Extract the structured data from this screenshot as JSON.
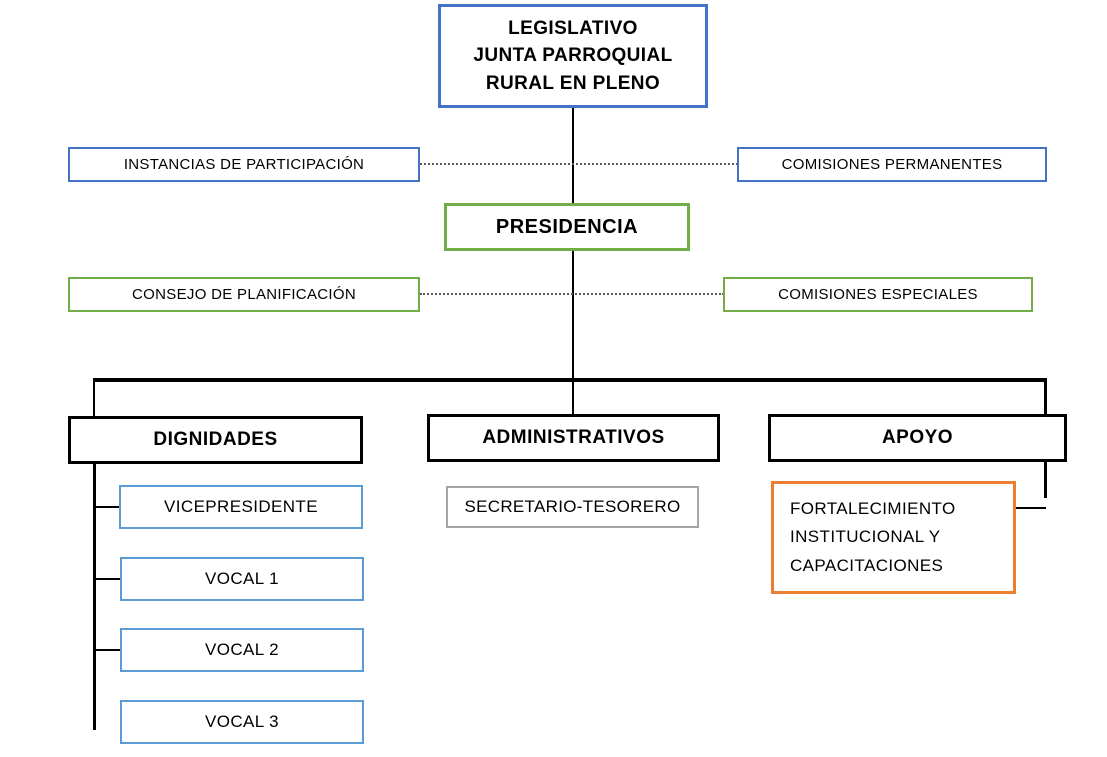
{
  "diagram": {
    "title_node": {
      "label": "LEGISLATIVO\nJUNTA PARROQUIAL\nRURAL EN PLENO",
      "line1": "LEGISLATIVO",
      "line2": "JUNTA PARROQUIAL",
      "line3": "RURAL EN PLENO",
      "border_color": "#4472C4"
    },
    "row_participacion": {
      "left": "INSTANCIAS DE PARTICIPACIÓN",
      "right": "COMISIONES  PERMANENTES",
      "border_color": "#4472C4",
      "connector": "dotted"
    },
    "presidencia": {
      "label": "PRESIDENCIA",
      "border_color": "#70AD47"
    },
    "row_planificacion": {
      "left": "CONSEJO DE PLANIFICACIÓN",
      "right": "COMISIONES  ESPECIALES",
      "border_color": "#70AD47",
      "connector": "dotted"
    },
    "branches": [
      {
        "header": "DIGNIDADES",
        "header_border_color": "#000000",
        "children": [
          {
            "label": "VICEPRESIDENTE",
            "border_color": "#5B9BD5"
          },
          {
            "label": "VOCAL 1",
            "border_color": "#5B9BD5"
          },
          {
            "label": "VOCAL 2",
            "border_color": "#5B9BD5"
          },
          {
            "label": "VOCAL 3",
            "border_color": "#5B9BD5"
          }
        ]
      },
      {
        "header": "ADMINISTRATIVOS",
        "header_border_color": "#000000",
        "children": [
          {
            "label": "SECRETARIO-TESORERO",
            "border_color": "#A6A6A6"
          }
        ]
      },
      {
        "header": "APOYO",
        "header_border_color": "#000000",
        "children": [
          {
            "label": "FORTALECIMIENTO\nINSTITUCIONAL   Y\nCAPACITACIONES",
            "border_color": "#ED7D31"
          }
        ]
      }
    ]
  }
}
